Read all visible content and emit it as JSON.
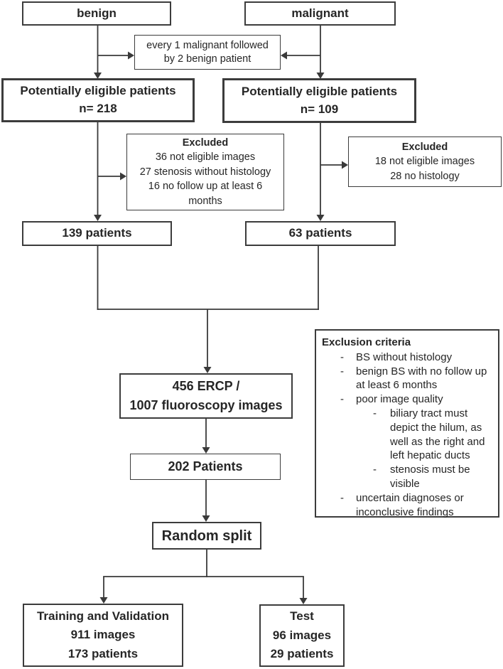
{
  "colors": {
    "ink": "#3a3a3a",
    "text": "#262626",
    "background": "#ffffff"
  },
  "flowchart": {
    "benign_box": {
      "label": "benign"
    },
    "malignant_box": {
      "label": "malignant"
    },
    "interleave_box": {
      "line1": "every 1 malignant followed",
      "line2": "by 2 benign patient"
    },
    "eligible_benign_box": {
      "line1": "Potentially eligible patients",
      "line2": "n= 218"
    },
    "eligible_malignant_box": {
      "line1": "Potentially eligible patients",
      "line2": "n= 109"
    },
    "excluded_benign_box": {
      "title": "Excluded",
      "item1": "36 not eligible images",
      "item2": "27 stenosis without histology",
      "item3": "16 no follow up at least 6 months"
    },
    "excluded_malignant_box": {
      "title": "Excluded",
      "item1": "18 not eligible images",
      "item2": "28 no histology"
    },
    "benign_patients_box": {
      "label": "139 patients"
    },
    "malignant_patients_box": {
      "label": "63 patients"
    },
    "images_box": {
      "line1": "456 ERCP /",
      "line2": "1007 fluoroscopy images"
    },
    "patients_box": {
      "label": "202 Patients"
    },
    "random_split_box": {
      "label": "Random split"
    },
    "training_box": {
      "line1": "Training and Validation",
      "line2": "911 images",
      "line3": "173 patients"
    },
    "test_box": {
      "line1": "Test",
      "line2": "96 images",
      "line3": "29 patients"
    },
    "exclusion_criteria_box": {
      "title": "Exclusion criteria",
      "bullet": "-",
      "item1": "BS without histology",
      "item2": "benign BS with no follow up at least 6 months",
      "item3": "poor image quality",
      "item3_sub1": "biliary tract must depict the hilum, as well as the right and left hepatic ducts",
      "item3_sub2": "stenosis must be visible",
      "item4": "uncertain diagnoses or inconclusive findings"
    }
  }
}
